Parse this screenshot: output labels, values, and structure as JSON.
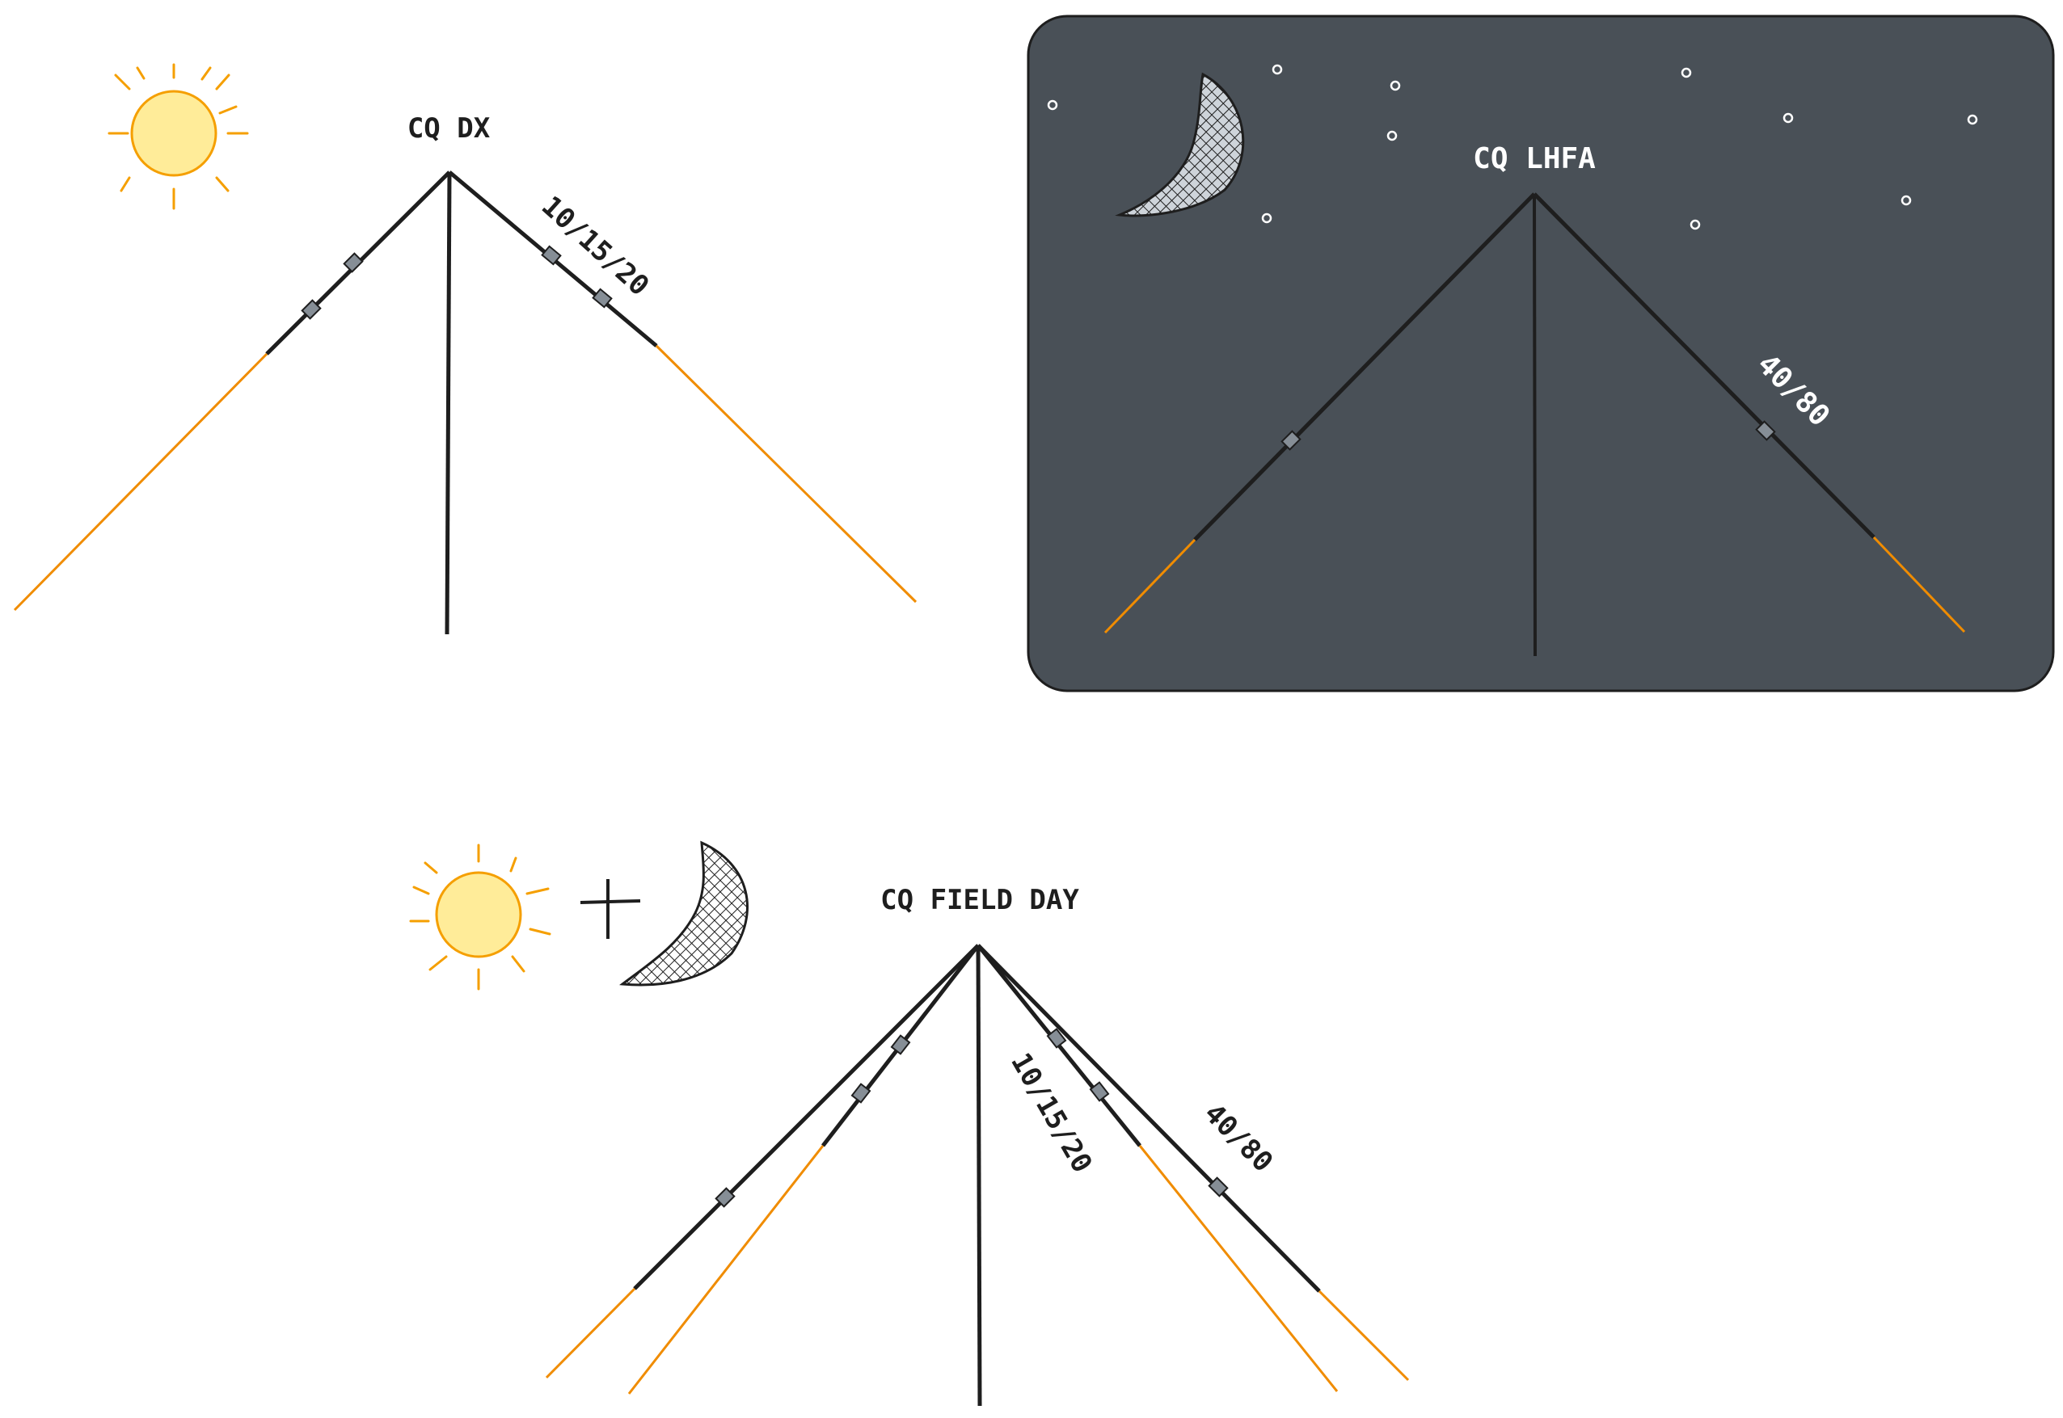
{
  "panels": {
    "dx": {
      "title": "CQ DX",
      "band_label": "10/15/20",
      "time_icon": "sun-icon"
    },
    "lhfa": {
      "title": "CQ LHFA",
      "band_label": "40/80",
      "time_icon": "moon-icon",
      "background_color": "#495057"
    },
    "field_day": {
      "title": "CQ FIELD DAY",
      "band_label_high": "10/15/20",
      "band_label_low": "40/80",
      "operator": "+",
      "time_icons": [
        "sun-icon",
        "moon-icon"
      ]
    }
  },
  "colors": {
    "wire": "#1e1e1e",
    "counterpoise": "#f08c00",
    "sun_fill": "#ffec99",
    "sun_stroke": "#f59f00",
    "trap": "#868e96",
    "night_bg": "#495057"
  }
}
